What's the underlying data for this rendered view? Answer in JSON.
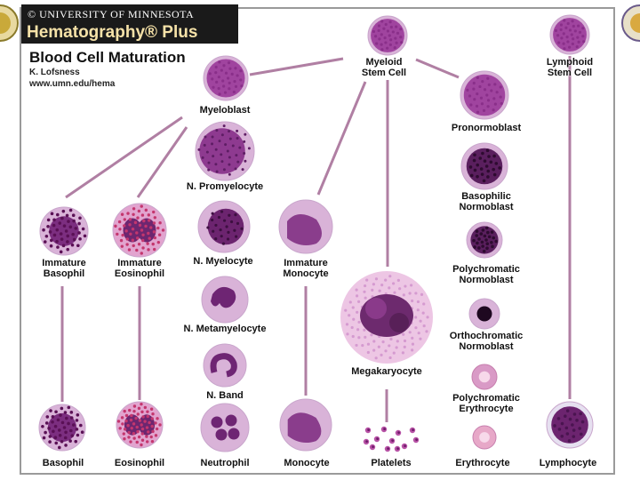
{
  "banner": {
    "university": "© UNIVERSITY OF MINNESOTA",
    "brand": "Hematography® Plus"
  },
  "title": "Blood Cell Maturation",
  "author": "K. Lofsness",
  "url": "www.umn.edu/hema",
  "cells": {
    "myeloid_stem": "Myeloid\nStem Cell",
    "lymphoid_stem": "Lymphoid\nStem Cell",
    "myeloblast": "Myeloblast",
    "pronormoblast": "Pronormoblast",
    "promyelocyte": "N. Promyelocyte",
    "basophilic_normoblast": "Basophilic\nNormoblast",
    "immature_basophil": "Immature\nBasophil",
    "immature_eosinophil": "Immature\nEosinophil",
    "myelocyte": "N. Myelocyte",
    "immature_monocyte": "Immature\nMonocyte",
    "polychromatic_normoblast": "Polychromatic\nNormoblast",
    "metamyelocyte": "N. Metamyelocyte",
    "megakaryocyte": "Megakaryocyte",
    "orthochromatic_normoblast": "Orthochromatic\nNormoblast",
    "band": "N. Band",
    "polychromatic_erythrocyte": "Polychromatic\nErythrocyte",
    "basophil": "Basophil",
    "eosinophil": "Eosinophil",
    "neutrophil": "Neutrophil",
    "monocyte": "Monocyte",
    "platelets": "Platelets",
    "erythrocyte": "Erythrocyte",
    "lymphocyte": "Lymphocyte"
  },
  "colors": {
    "line": "#b07fa3",
    "cytoplasm": "#d9b3d8",
    "nucleus": "#7a2a7a",
    "granule": "#5a1055",
    "banner": "#1a1a1a"
  }
}
